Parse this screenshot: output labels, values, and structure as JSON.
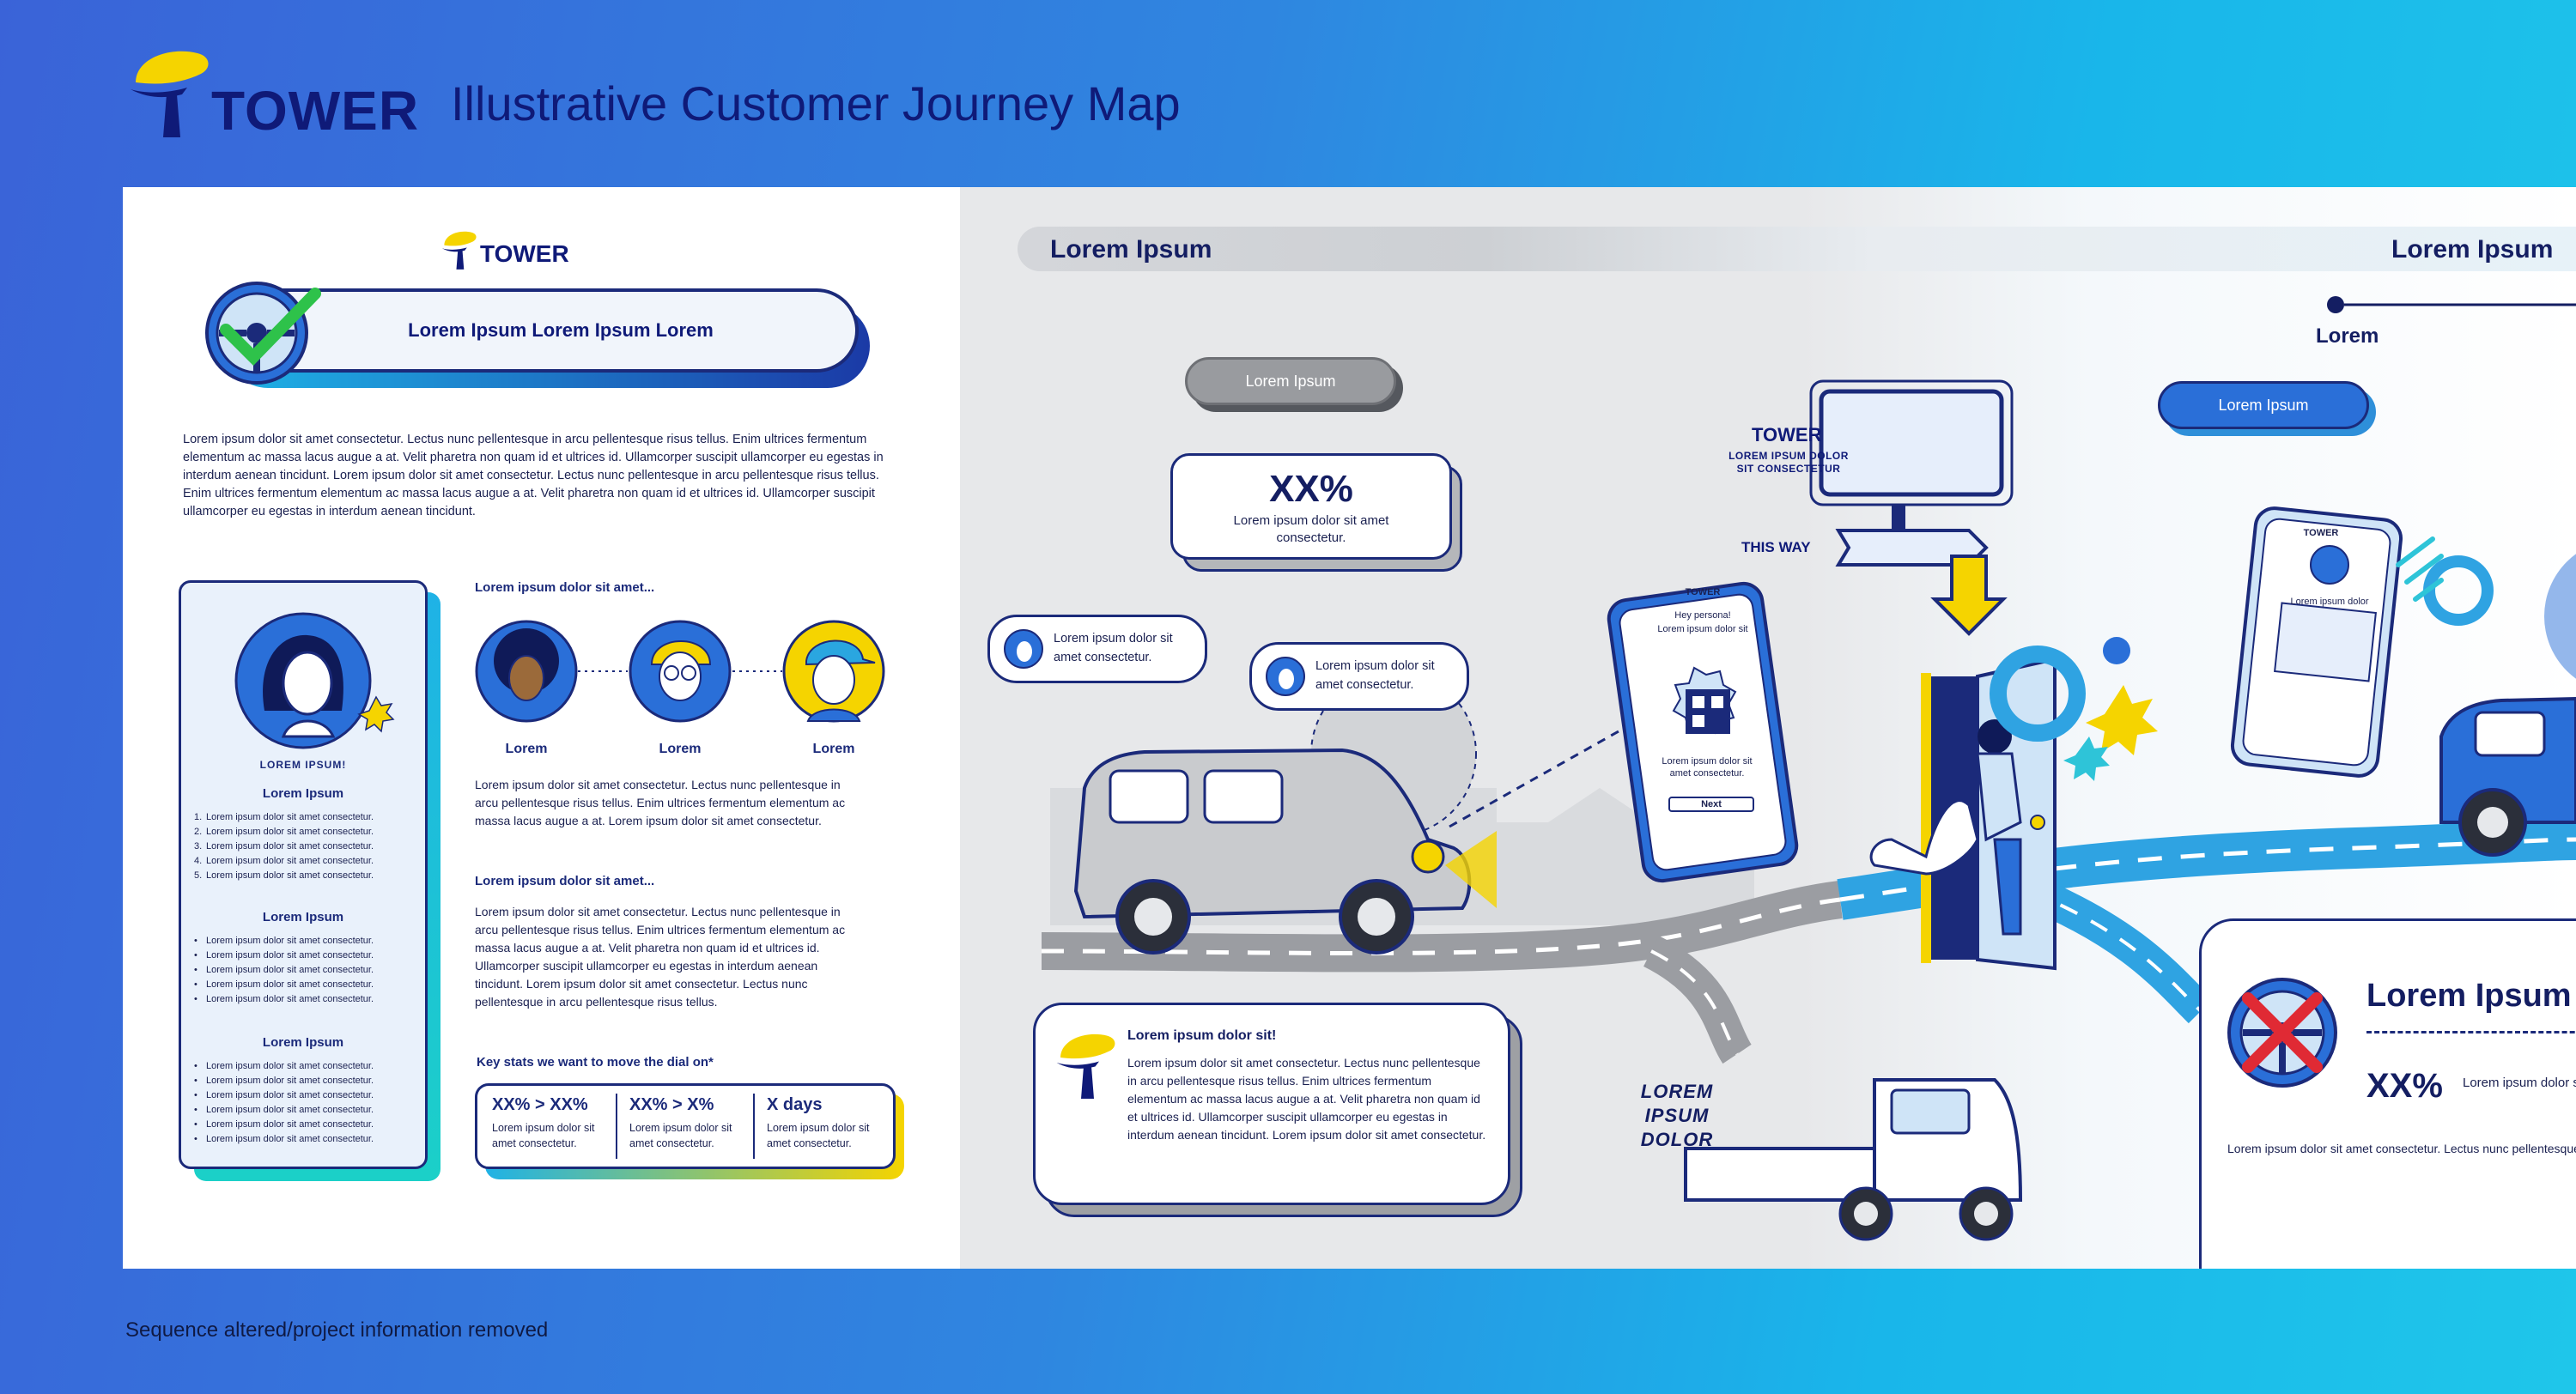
{
  "header": {
    "brand": "TOWER",
    "title": "Illustrative Customer Journey Map"
  },
  "footnote": "Sequence altered/project information removed",
  "left_panel": {
    "brand": "TOWER",
    "title_pill": "Lorem Ipsum Lorem Ipsum Lorem",
    "intro": "Lorem ipsum dolor sit amet consectetur. Lectus nunc pellentesque in arcu pellentesque risus tellus. Enim ultrices fermentum elementum ac massa lacus augue a at. Velit pharetra non quam id et ultrices id. Ullamcorper suscipit ullamcorper eu egestas in interdum aenean tincidunt. Lorem ipsum dolor sit amet consectetur. Lectus nunc pellentesque in arcu pellentesque risus tellus. Enim ultrices fermentum elementum ac massa lacus augue a at. Velit pharetra non quam id et ultrices id. Ullamcorper suscipit ullamcorper eu egestas in interdum aenean tincidunt.",
    "persona": {
      "name": "LOREM IPSUM!",
      "sections": [
        {
          "heading": "Lorem Ipsum",
          "marker": "numbered",
          "items": [
            "Lorem ipsum dolor sit amet consectetur.",
            "Lorem ipsum dolor sit amet consectetur.",
            "Lorem ipsum dolor sit amet consectetur.",
            "Lorem ipsum dolor sit amet consectetur.",
            "Lorem ipsum dolor sit amet consectetur."
          ]
        },
        {
          "heading": "Lorem Ipsum",
          "marker": "bullet",
          "items": [
            "Lorem ipsum dolor sit amet consectetur.",
            "Lorem ipsum dolor sit amet consectetur.",
            "Lorem ipsum dolor sit amet consectetur.",
            "Lorem ipsum dolor sit amet consectetur.",
            "Lorem ipsum dolor sit amet consectetur."
          ]
        },
        {
          "heading": "Lorem Ipsum",
          "marker": "bullet",
          "items": [
            "Lorem ipsum dolor sit amet consectetur.",
            "Lorem ipsum dolor sit amet consectetur.",
            "Lorem ipsum dolor sit amet consectetur.",
            "Lorem ipsum dolor sit amet consectetur.",
            "Lorem ipsum dolor sit amet consectetur.",
            "Lorem ipsum dolor sit amet consectetur."
          ]
        }
      ]
    },
    "middle": {
      "heading1": "Lorem ipsum dolor sit amet...",
      "avatars": [
        "Lorem",
        "Lorem",
        "Lorem"
      ],
      "paragraph1": "Lorem ipsum dolor sit amet consectetur. Lectus nunc pellentesque in arcu pellentesque risus tellus. Enim ultrices fermentum elementum ac massa lacus augue a at. Lorem ipsum dolor sit amet consectetur.",
      "heading2": "Lorem ipsum dolor sit amet...",
      "paragraph2": "Lorem ipsum dolor sit amet consectetur. Lectus nunc pellentesque in arcu pellentesque risus tellus. Enim ultrices fermentum elementum ac massa lacus augue a at. Velit pharetra non quam id et ultrices id. Ullamcorper suscipit ullamcorper eu egestas in interdum aenean tincidunt. Lorem ipsum dolor sit amet consectetur. Lectus nunc pellentesque in arcu pellentesque risus tellus.",
      "stats_heading": "Key stats we want to move the dial on*",
      "stats": [
        {
          "value": "XX% > XX%",
          "text": "Lorem ipsum dolor sit amet consectetur."
        },
        {
          "value": "XX% > X%",
          "text": "Lorem ipsum dolor sit amet consectetur."
        },
        {
          "value": "X days",
          "text": "Lorem ipsum dolor sit amet consectetur."
        }
      ]
    }
  },
  "journey": {
    "stage_left": "Lorem Ipsum",
    "stage_right": "Lorem Ipsum",
    "timeline_label": "Lorem",
    "pill_grey": "Lorem Ipsum",
    "pill_blue": "Lorem Ipsum",
    "stat_card": {
      "value": "XX%",
      "text": "Lorem ipsum dolor sit amet consectetur."
    },
    "bubble1": "Lorem ipsum dolor sit amet consectetur.",
    "bubble2": "Lorem ipsum dolor sit amet consectetur.",
    "sign": {
      "brand": "TOWER",
      "text": "LOREM IPSUM DOLOR SIT CONSECTETUR",
      "arrow": "THIS WAY"
    },
    "phone1": {
      "brand": "TOWER",
      "greeting": "Hey persona!",
      "line": "Lorem ipsum dolor sit",
      "caption": "Lorem ipsum dolor sit amet consectetur.",
      "button": "Next"
    },
    "phone2": {
      "brand": "TOWER",
      "line": "Lorem ipsum dolor"
    },
    "story_card": {
      "title": "Lorem ipsum dolor sit!",
      "text": "Lorem ipsum dolor sit amet consectetur. Lectus nunc pellentesque in arcu pellentesque risus tellus. Enim ultrices fermentum elementum ac massa lacus augue a at. Velit pharetra non quam id et ultrices id. Ullamcorper suscipit ullamcorper eu egestas in interdum aenean tincidunt. Lorem ipsum dolor sit amet consectetur."
    },
    "tow_label": "LOREM IPSUM DOLOR",
    "outcome": {
      "title": "Lorem Ipsum",
      "value": "XX%",
      "value_text": "Lorem ipsum dolor sit amet consectetur.",
      "text": "Lorem ipsum dolor sit amet consectetur. Lectus nunc pellentesque in arcu pellentesque risus tellus. Enim ultrices fermentum elementum ac massa lacus augue a at. Velit pharetra non quam id et ultrices id."
    }
  },
  "colors": {
    "navy": "#1b2a7a",
    "brand_yellow": "#f5d400",
    "accent_blue": "#2a6fd8",
    "cyan": "#1fb2e6"
  }
}
